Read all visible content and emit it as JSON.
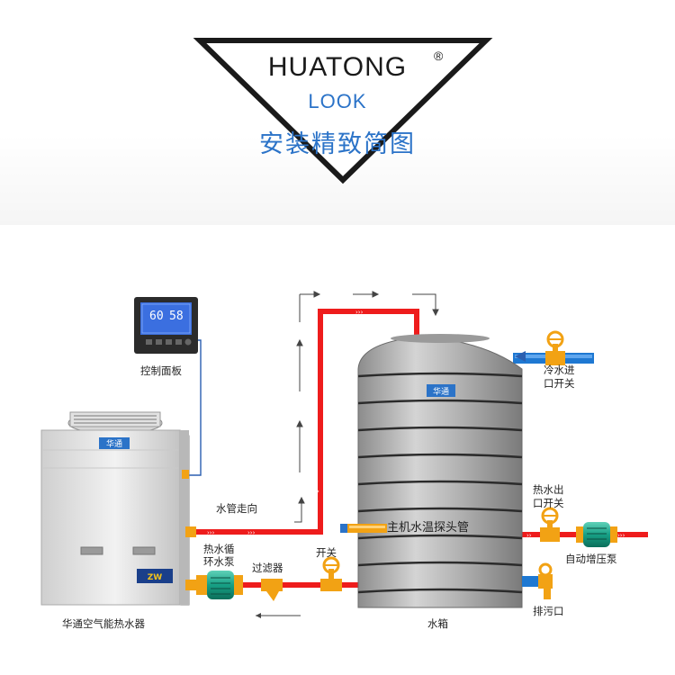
{
  "header": {
    "brand": "HUATONG",
    "registered_mark": "®",
    "subtitle": "LOOK",
    "title": "安装精致简图"
  },
  "diagram": {
    "control_panel": {
      "label": "控制面板",
      "display_left": "60",
      "display_right": "58"
    },
    "heat_pump_unit": {
      "label": "华通空气能热水器",
      "logo": "华通",
      "badge": "ZW"
    },
    "water_tank": {
      "label": "水箱",
      "logo": "华通"
    },
    "circulation_pump": {
      "label_line1": "热水循",
      "label_line2": "环水泵"
    },
    "filter": {
      "label": "过滤器"
    },
    "switch": {
      "label": "开关"
    },
    "pipe_flow": {
      "label": "水管走向"
    },
    "cold_water_valve": {
      "label_line1": "冷水进",
      "label_line2": "口开关"
    },
    "hot_water_valve": {
      "label_line1": "热水出",
      "label_line2": "口开关"
    },
    "booster_pump": {
      "label": "自动增压泵"
    },
    "temp_probe": {
      "label": "主机水温探头管"
    },
    "drain": {
      "label": "排污口"
    }
  },
  "colors": {
    "hot_pipe": "#ee1c1c",
    "cold_pipe": "#1e78d2",
    "valve": "#f2a214",
    "pump": "#1aa38a",
    "brand_blue": "#2b73c8"
  }
}
